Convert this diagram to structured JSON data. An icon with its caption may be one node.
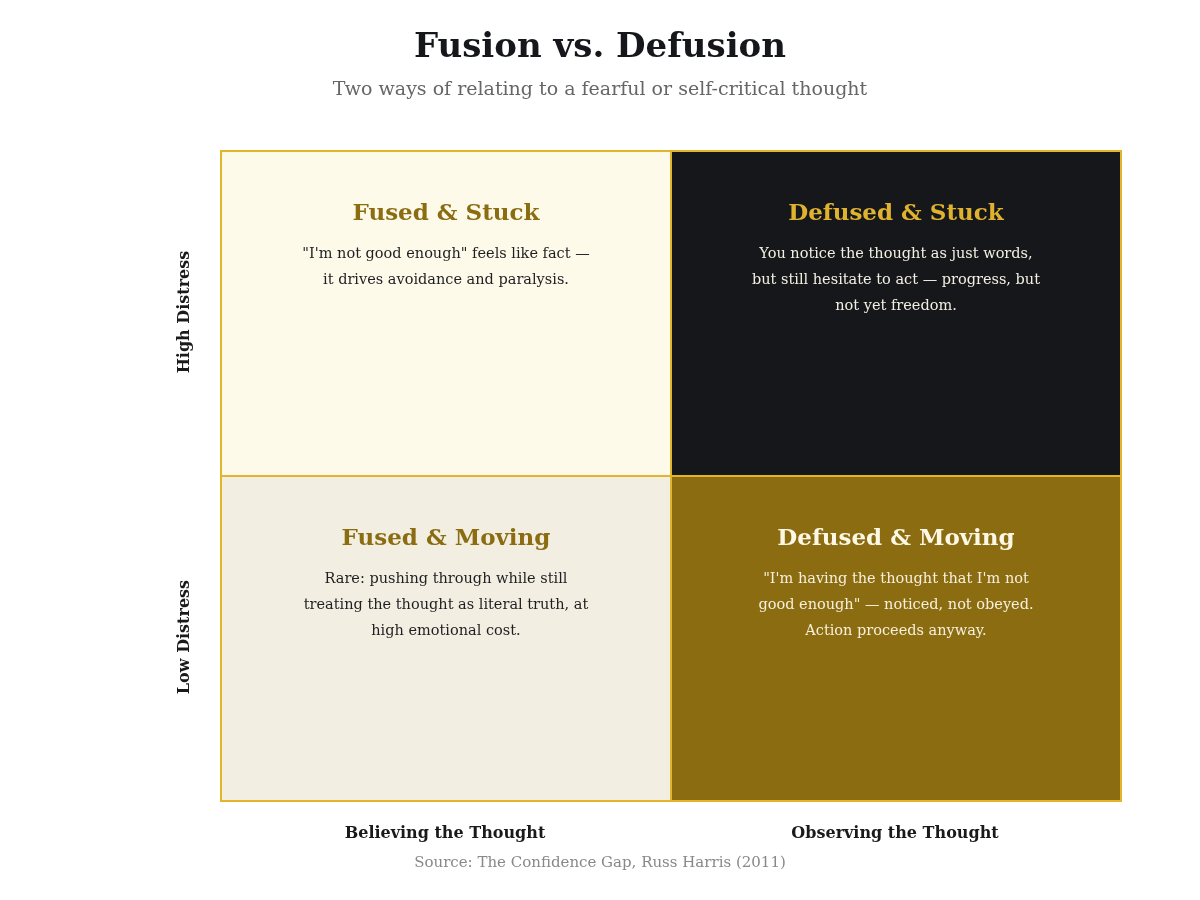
{
  "diagram": {
    "title": "Fusion vs. Defusion",
    "nodes": [
      {
        "text": [
          "Fused & Stuck",
          "\"I'm not good enough\" feels like fact — it drives avoidance and paralysis."
        ]
      },
      {
        "text": [
          "Defused & Stuck",
          "You notice the thought as just words, but still hesitate to act — progress, but not yet freedom."
        ]
      },
      {
        "text": [
          "Fused & Moving",
          "Rare: pushing through while still treating the thought as literal truth, at high emotional cost."
        ]
      },
      {
        "text": [
          "Defused & Moving",
          "\"I'm having the thought that I'm not good enough\" — noticed, not obeyed. Action proceeds anyway."
        ]
      }
    ],
    "labels": [
      "Two ways of relating to a fearful or self-critical thought",
      "High Distress",
      "Low Distress",
      "Believing the Thought",
      "Observing the Thought",
      "Source: The Confidence Gap, Russ Harris (2011)"
    ]
  }
}
